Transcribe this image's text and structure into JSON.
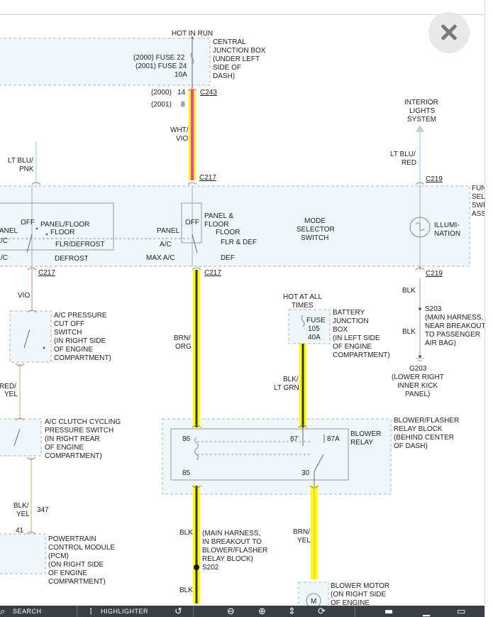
{
  "close_icon": "close-icon",
  "labels": {
    "hot_in_run": "HOT IN RUN",
    "central_jb": [
      "CENTRAL",
      "JUNCTION BOX",
      "(UNDER LEFT",
      "SIDE OF",
      "DASH)"
    ],
    "fuse22": "(2000) FUSE 22",
    "fuse24": "(2001) FUSE 24",
    "fuse_10a": "10A",
    "pin_2000": "(2000)",
    "pin_2000_n": "14",
    "pin_2001": "(2001)",
    "pin_2001_n": "8",
    "c243": "C243",
    "wht_vio": [
      "WHT/",
      "VIO"
    ],
    "c217": "C217",
    "lt_blu_pnk": [
      "LT BLU/",
      "PNK"
    ],
    "interior_lights": [
      "INTERIOR",
      "LIGHTS",
      "SYSTEM"
    ],
    "lt_blu_red": [
      "LT BLU/",
      "RED"
    ],
    "c219": "C219",
    "fun_sel": [
      "FUN",
      "SEL",
      "SWI",
      "ASS"
    ],
    "off": "OFF",
    "panel_floor": "PANEL/FLOOR",
    "floor": "FLOOR",
    "anel": "ANEL",
    "a_c_left": "/C",
    "flr_defrost": "FLR/DEFROST",
    "a_c_lower_left": "/C",
    "defrost": "DEFROST",
    "panel_and": "PANEL &",
    "floor2": "FLOOR",
    "panel": "PANEL",
    "floor3": "FLOOR",
    "a_c": "A/C",
    "flr_def": "FLR & DEF",
    "max_a_c": "MAX A/C",
    "def": "DEF",
    "mode_selector": [
      "MODE",
      "SELECTOR",
      "SWITCH"
    ],
    "illumination": [
      "ILLUMI-",
      "NATION"
    ],
    "vio": "VIO",
    "ac_pressure": [
      "A/C PRESSURE",
      "CUT OFF",
      "SWITCH",
      "(IN RIGHT SIDE",
      "OF ENGINE",
      "COMPARTMENT)"
    ],
    "brn_org": [
      "BRN/",
      "ORG"
    ],
    "hot_at_all_times": [
      "HOT AT ALL",
      "TIMES"
    ],
    "fuse105": [
      "FUSE",
      "105",
      "40A"
    ],
    "battery_jb": [
      "BATTERY",
      "JUNCTION",
      "BOX",
      "(IN LEFT SIDE",
      "OF ENGINE",
      "COMPARTMENT)"
    ],
    "blk": "BLK",
    "s203": [
      "S203",
      "(MAIN HARNESS,",
      "NEAR BREAKOUT",
      "TO PASSENGER",
      "AIR BAG)"
    ],
    "blk2": "BLK",
    "g203": [
      "G203",
      "(LOWER RIGHT",
      "INNER KICK",
      "PANEL)"
    ],
    "red_yel": [
      "RED/",
      "YEL"
    ],
    "blk_lt_grn": [
      "BLK/",
      "LT GRN"
    ],
    "ac_clutch": [
      "A/C CLUTCH CYCLING",
      "PRESSURE SWITCH",
      "(IN RIGHT REAR",
      "OF ENGINE",
      "COMPARTMENT)"
    ],
    "blower_flasher": [
      "BLOWER/FLASHER",
      "RELAY BLOCK",
      "(BEHIND CENTER",
      "OF DASH)"
    ],
    "pin86": "86",
    "pin87": "87",
    "pin87a": "87A",
    "blower_relay": [
      "BLOWER",
      "RELAY"
    ],
    "pin85": "85",
    "pin30": "30",
    "blk_yel": [
      "BLK/",
      "YEL"
    ],
    "n347": "347",
    "n41": "41",
    "pcm": [
      "POWERTRAIN",
      "CONTROL MODULE",
      "(PCM)",
      "(ON RIGHT SIDE",
      "OF ENGINE",
      "COMPARTMENT)"
    ],
    "blk3": "BLK",
    "main_harness": [
      "(MAIN HARNESS,",
      "IN BREAKOUT TO",
      "BLOWER/FLASHER",
      "RELAY BLOCK)"
    ],
    "s202": "S202",
    "brn_yel": [
      "BRN/",
      "YEL"
    ],
    "blk4": "BLK",
    "blower_motor": [
      "BLOWER MOTOR",
      "(ON RIGHT SIDE",
      "OF ENGINE"
    ],
    "motor_m": "M"
  },
  "toolbar": {
    "search_label": "SEARCH",
    "highlighter_label": "HIGHLIGHTER",
    "icons": [
      "search-icon",
      "highlighter-icon",
      "undo-icon",
      "zoom-out-icon",
      "zoom-in-icon",
      "fit-icon",
      "rotate-icon",
      "page-icon",
      "minus-icon",
      "print-icon"
    ]
  },
  "colors": {
    "wire_yellow": "#ffff00",
    "wire_magenta": "#ff33cc",
    "wire_black": "#333333",
    "wire_green": "#55aa22",
    "wire_lt_blue": "#bfe6f2",
    "wire_pink": "#f3b6d6",
    "wire_tan": "#e8d8a8",
    "box_fill": "#f0f7fb",
    "box_dash": "#b5b5b5",
    "toolbar_bg": "#3a3f45"
  }
}
